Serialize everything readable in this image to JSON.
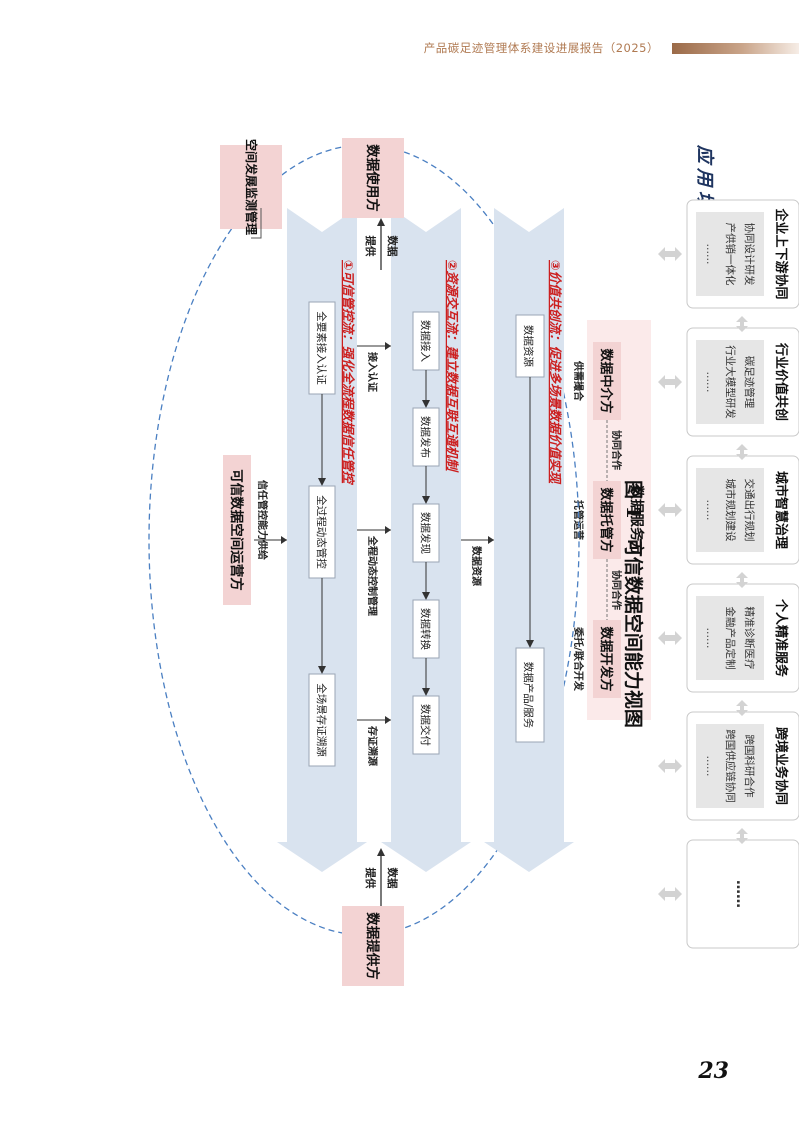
{
  "header": {
    "title": "产品碳足迹管理体系建设进展报告（2025）"
  },
  "page_number": "23",
  "caption": "图 1　可信数据空间能力视图",
  "diagram": {
    "scenes_label": "应用场景",
    "scenes": [
      {
        "title": "企业上下游协同",
        "items": [
          "协同设计研发",
          "产供销一体化",
          "……"
        ]
      },
      {
        "title": "行业价值共创",
        "items": [
          "碳足迹管理",
          "行业大模型研发",
          "……"
        ]
      },
      {
        "title": "城市智慧治理",
        "items": [
          "交通出行规划",
          "城市规划建设",
          "……"
        ]
      },
      {
        "title": "个人精准服务",
        "items": [
          "精准诊断医疗",
          "金融产品定制",
          "……"
        ]
      },
      {
        "title": "跨境业务协同",
        "items": [
          "跨国科研合作",
          "跨国供应链协同",
          "……"
        ]
      },
      {
        "title": "……",
        "items": []
      }
    ],
    "service_party": "数据服务方",
    "roles": {
      "intermediary": "数据中介方",
      "custodian": "数据托管方",
      "developer": "数据开发方"
    },
    "cooperation_left": "协同合作",
    "cooperation_right": "协同合作",
    "role_actions": {
      "matching": "供需撮合",
      "hosting": "托管运营",
      "dev": "委托/联合开发"
    },
    "provider": "数据提供方",
    "user": "数据使用方",
    "operator": "可信数据空间运营方",
    "monitor": "空间发展监测管理",
    "data_supply_left": {
      "top": "数据",
      "bottom": "提供"
    },
    "data_supply_right": {
      "top": "数据",
      "bottom": "提供"
    },
    "flow_value": {
      "label": "③价值共创流：促进多场景数据价值实现",
      "start": "数据资源",
      "end": "数据产品/服务"
    },
    "mid_label_resource": "数据资源",
    "flow_resource": {
      "label": "②资源交互流：建立数据互联互通机制",
      "steps": [
        "数据接入",
        "数据发布",
        "数据发现",
        "数据转换",
        "数据交付"
      ]
    },
    "mid_labels": {
      "access": "接入认证",
      "control": "全程动态控制管理",
      "trace": "存证溯源"
    },
    "flow_control": {
      "label": "①可信管控流：强化全流程数据信任管控",
      "steps": [
        "全要素接入认证",
        "全过程动态管控",
        "全场景存证溯源"
      ]
    },
    "trust_supply": "信任管控能力供给",
    "colors": {
      "accent_red": "#cc1f1f",
      "role_pink": "#f3d3d3",
      "flow_blue": "#d9e3ef",
      "dash_blue": "#4a7fc2"
    }
  }
}
